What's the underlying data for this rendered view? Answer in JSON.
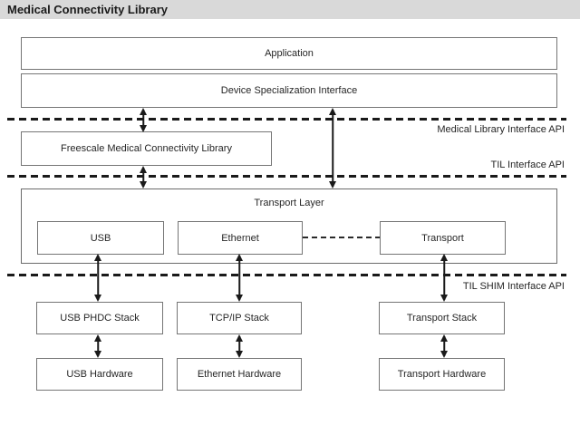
{
  "title_bar": {
    "title": "Medical Connectivity Library"
  },
  "boxes": {
    "application": "Application",
    "device_specialization": "Device Specialization Interface",
    "freescale_library": "Freescale Medical Connectivity Library",
    "transport_layer": "Transport Layer",
    "transports": [
      "USB",
      "Ethernet",
      "Transport"
    ],
    "stacks": [
      "USB PHDC Stack",
      "TCP/IP Stack",
      "Transport Stack"
    ],
    "hardware": [
      "USB Hardware",
      "Ethernet Hardware",
      "Transport Hardware"
    ]
  },
  "api_labels": {
    "medical_library": "Medical Library Interface API",
    "til": "TIL Interface API",
    "til_shim": "TIL SHIM Interface API"
  },
  "colors": {
    "title_bg": "#d9d9d9",
    "box_border": "#757575",
    "line_color": "#1a1a1a",
    "text_color": "#262626",
    "background": "#ffffff"
  }
}
